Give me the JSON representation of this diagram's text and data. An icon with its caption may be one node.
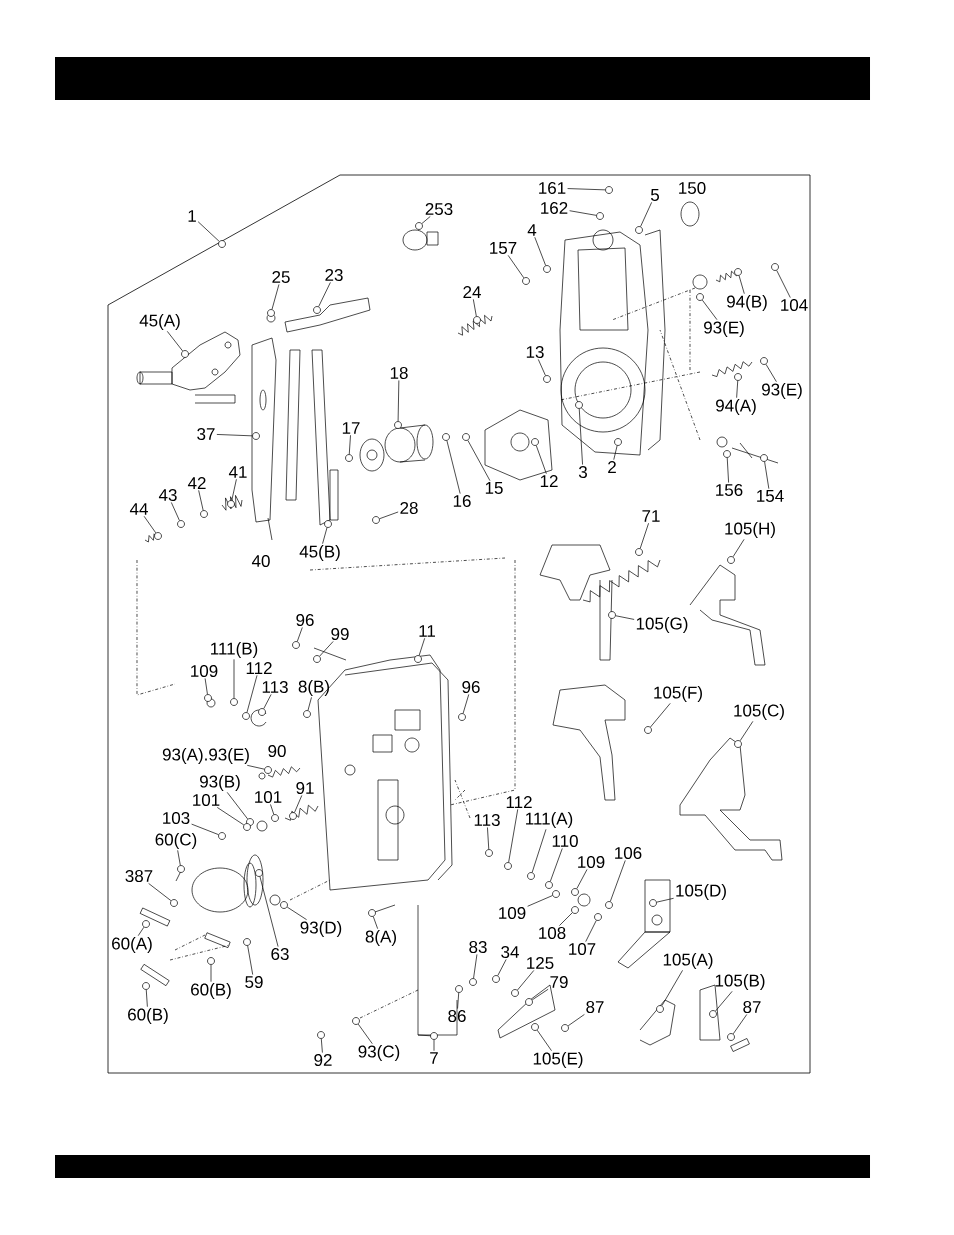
{
  "diagram": {
    "nodes": [
      {
        "text": [
          "1"
        ]
      },
      {
        "text": [
          "253"
        ]
      },
      {
        "text": [
          "161"
        ]
      },
      {
        "text": [
          "162"
        ]
      },
      {
        "text": [
          "5"
        ]
      },
      {
        "text": [
          "150"
        ]
      },
      {
        "text": [
          "4"
        ]
      },
      {
        "text": [
          "157"
        ]
      },
      {
        "text": [
          "25"
        ]
      },
      {
        "text": [
          "23"
        ]
      },
      {
        "text": [
          "24"
        ]
      },
      {
        "text": [
          "45(A)"
        ]
      },
      {
        "text": [
          "94(B)"
        ]
      },
      {
        "text": [
          "104"
        ]
      },
      {
        "text": [
          "93(E)"
        ]
      },
      {
        "text": [
          "13"
        ]
      },
      {
        "text": [
          "18"
        ]
      },
      {
        "text": [
          "93(E)"
        ]
      },
      {
        "text": [
          "94(A)"
        ]
      },
      {
        "text": [
          "37"
        ]
      },
      {
        "text": [
          "17"
        ]
      },
      {
        "text": [
          "41"
        ]
      },
      {
        "text": [
          "42"
        ]
      },
      {
        "text": [
          "43"
        ]
      },
      {
        "text": [
          "44"
        ]
      },
      {
        "text": [
          "16"
        ]
      },
      {
        "text": [
          "15"
        ]
      },
      {
        "text": [
          "12"
        ]
      },
      {
        "text": [
          "3"
        ]
      },
      {
        "text": [
          "2"
        ]
      },
      {
        "text": [
          "156"
        ]
      },
      {
        "text": [
          "154"
        ]
      },
      {
        "text": [
          "28"
        ]
      },
      {
        "text": [
          "40"
        ]
      },
      {
        "text": [
          "45(B)"
        ]
      },
      {
        "text": [
          "71"
        ]
      },
      {
        "text": [
          "105(H)"
        ]
      },
      {
        "text": [
          "105(G)"
        ]
      },
      {
        "text": [
          "96"
        ]
      },
      {
        "text": [
          "99"
        ]
      },
      {
        "text": [
          "11"
        ]
      },
      {
        "text": [
          "111(B)"
        ]
      },
      {
        "text": [
          "109"
        ]
      },
      {
        "text": [
          "112"
        ]
      },
      {
        "text": [
          "113"
        ]
      },
      {
        "text": [
          "8(B)"
        ]
      },
      {
        "text": [
          "96"
        ]
      },
      {
        "text": [
          "105(F)"
        ]
      },
      {
        "text": [
          "105(C)"
        ]
      },
      {
        "text": [
          "93(A).93(E)"
        ]
      },
      {
        "text": [
          "90"
        ]
      },
      {
        "text": [
          "93(B)"
        ]
      },
      {
        "text": [
          "101"
        ]
      },
      {
        "text": [
          "101"
        ]
      },
      {
        "text": [
          "91"
        ]
      },
      {
        "text": [
          "103"
        ]
      },
      {
        "text": [
          "60(C)"
        ]
      },
      {
        "text": [
          "113"
        ]
      },
      {
        "text": [
          "112"
        ]
      },
      {
        "text": [
          "111(A)"
        ]
      },
      {
        "text": [
          "110"
        ]
      },
      {
        "text": [
          "106"
        ]
      },
      {
        "text": [
          "109"
        ]
      },
      {
        "text": [
          "387"
        ]
      },
      {
        "text": [
          "105(D)"
        ]
      },
      {
        "text": [
          "109"
        ]
      },
      {
        "text": [
          "108"
        ]
      },
      {
        "text": [
          "107"
        ]
      },
      {
        "text": [
          "93(D)"
        ]
      },
      {
        "text": [
          "8(A)"
        ]
      },
      {
        "text": [
          "60(A)"
        ]
      },
      {
        "text": [
          "63"
        ]
      },
      {
        "text": [
          "60(B)"
        ]
      },
      {
        "text": [
          "59"
        ]
      },
      {
        "text": [
          "83"
        ]
      },
      {
        "text": [
          "34"
        ]
      },
      {
        "text": [
          "125"
        ]
      },
      {
        "text": [
          "79"
        ]
      },
      {
        "text": [
          "105(A)"
        ]
      },
      {
        "text": [
          "105(B)"
        ]
      },
      {
        "text": [
          "87"
        ]
      },
      {
        "text": [
          "87"
        ]
      },
      {
        "text": [
          "86"
        ]
      },
      {
        "text": [
          "60(B)"
        ]
      },
      {
        "text": [
          "92"
        ]
      },
      {
        "text": [
          "93(C)"
        ]
      },
      {
        "text": [
          "105(E)"
        ]
      },
      {
        "text": [
          "7"
        ]
      },
      {
        "text": [],
        "shape": "circle"
      },
      {
        "text": [],
        "shape": "circle"
      },
      {
        "text": [],
        "shape": "circle"
      },
      {
        "text": [],
        "shape": "circle"
      },
      {
        "text": [],
        "shape": "circle"
      },
      {
        "text": [],
        "shape": "circle"
      },
      {
        "text": [],
        "shape": "circle"
      },
      {
        "text": [],
        "shape": "circle"
      },
      {
        "text": [],
        "shape": "circle"
      },
      {
        "text": [],
        "shape": "circle"
      },
      {
        "text": [],
        "shape": "circle"
      },
      {
        "text": [],
        "shape": "circle"
      },
      {
        "text": [],
        "shape": "circle"
      },
      {
        "text": [],
        "shape": "circle"
      },
      {
        "text": [],
        "shape": "circle"
      },
      {
        "text": [],
        "shape": "circle"
      },
      {
        "text": [],
        "shape": "circle"
      },
      {
        "text": [],
        "shape": "circle"
      },
      {
        "text": [],
        "shape": "circle"
      },
      {
        "text": [],
        "shape": "circle"
      },
      {
        "text": [],
        "shape": "circle"
      },
      {
        "text": [],
        "shape": "circle"
      },
      {
        "text": [],
        "shape": "circle"
      },
      {
        "text": [],
        "shape": "circle"
      },
      {
        "text": [],
        "shape": "circle"
      },
      {
        "text": [],
        "shape": "circle"
      },
      {
        "text": [],
        "shape": "circle"
      },
      {
        "text": [],
        "shape": "circle"
      },
      {
        "text": [],
        "shape": "circle"
      },
      {
        "text": [],
        "shape": "circle"
      },
      {
        "text": [],
        "shape": "circle"
      },
      {
        "text": [],
        "shape": "circle"
      },
      {
        "text": [],
        "shape": "circle"
      },
      {
        "text": [],
        "shape": "circle"
      },
      {
        "text": [],
        "shape": "circle"
      },
      {
        "text": [],
        "shape": "circle"
      },
      {
        "text": [],
        "shape": "circle"
      },
      {
        "text": [],
        "shape": "circle"
      },
      {
        "text": [],
        "shape": "circle"
      },
      {
        "text": [],
        "shape": "circle"
      },
      {
        "text": [],
        "shape": "circle"
      },
      {
        "text": [],
        "shape": "circle"
      },
      {
        "text": [],
        "shape": "circle"
      },
      {
        "text": [],
        "shape": "circle"
      },
      {
        "text": [],
        "shape": "circle"
      },
      {
        "text": [],
        "shape": "circle"
      },
      {
        "text": [],
        "shape": "circle"
      },
      {
        "text": [],
        "shape": "circle"
      },
      {
        "text": [],
        "shape": "circle"
      },
      {
        "text": [],
        "shape": "circle"
      },
      {
        "text": [],
        "shape": "circle"
      },
      {
        "text": [],
        "shape": "circle"
      },
      {
        "text": [],
        "shape": "circle"
      },
      {
        "text": [],
        "shape": "circle"
      },
      {
        "text": [],
        "shape": "circle"
      },
      {
        "text": [],
        "shape": "circle"
      },
      {
        "text": [],
        "shape": "circle"
      },
      {
        "text": [],
        "shape": "circle"
      },
      {
        "text": [],
        "shape": "circle"
      },
      {
        "text": [],
        "shape": "circle"
      },
      {
        "text": [],
        "shape": "circle"
      },
      {
        "text": [],
        "shape": "circle"
      },
      {
        "text": [],
        "shape": "circle"
      },
      {
        "text": [],
        "shape": "circle"
      },
      {
        "text": [],
        "shape": "circle"
      },
      {
        "text": [],
        "shape": "circle"
      },
      {
        "text": [],
        "shape": "circle"
      },
      {
        "text": [],
        "shape": "circle"
      },
      {
        "text": [],
        "shape": "circle"
      },
      {
        "text": [],
        "shape": "circle"
      },
      {
        "text": [],
        "shape": "circle"
      },
      {
        "text": [],
        "shape": "circle"
      },
      {
        "text": [],
        "shape": "circle"
      },
      {
        "text": [],
        "shape": "circle"
      },
      {
        "text": [],
        "shape": "circle"
      },
      {
        "text": [],
        "shape": "circle"
      },
      {
        "text": [],
        "shape": "circle"
      },
      {
        "text": [],
        "shape": "circle"
      },
      {
        "text": [],
        "shape": "circle"
      },
      {
        "text": [],
        "shape": "circle"
      },
      {
        "text": [],
        "shape": "circle"
      },
      {
        "text": [],
        "shape": "circle"
      },
      {
        "text": [],
        "shape": "circle"
      },
      {
        "text": [],
        "shape": "circle"
      },
      {
        "text": [],
        "shape": "circle"
      }
    ],
    "edges": [
      {
        "from": 0,
        "to": 88,
        "arrow": "none"
      },
      {
        "from": 1,
        "to": 89,
        "arrow": "none"
      },
      {
        "from": 2,
        "to": 90,
        "arrow": "none"
      },
      {
        "from": 3,
        "to": 91,
        "arrow": "none"
      },
      {
        "from": 4,
        "to": 92,
        "arrow": "none"
      },
      {
        "from": 6,
        "to": 93,
        "arrow": "none"
      },
      {
        "from": 7,
        "to": 94,
        "arrow": "none"
      },
      {
        "from": 8,
        "to": 95,
        "arrow": "none"
      },
      {
        "from": 9,
        "to": 96,
        "arrow": "none"
      },
      {
        "from": 10,
        "to": 97,
        "arrow": "none"
      },
      {
        "from": 11,
        "to": 98,
        "arrow": "none"
      },
      {
        "from": 12,
        "to": 99,
        "arrow": "none"
      },
      {
        "from": 13,
        "to": 100,
        "arrow": "none"
      },
      {
        "from": 14,
        "to": 101,
        "arrow": "none"
      },
      {
        "from": 15,
        "to": 102,
        "arrow": "none"
      },
      {
        "from": 16,
        "to": 103,
        "arrow": "none"
      },
      {
        "from": 17,
        "to": 104,
        "arrow": "none"
      },
      {
        "from": 18,
        "to": 105,
        "arrow": "none"
      },
      {
        "from": 19,
        "to": 106,
        "arrow": "none"
      },
      {
        "from": 20,
        "to": 107,
        "arrow": "none"
      },
      {
        "from": 21,
        "to": 108,
        "arrow": "none"
      },
      {
        "from": 22,
        "to": 109,
        "arrow": "none"
      },
      {
        "from": 23,
        "to": 110,
        "arrow": "none"
      },
      {
        "from": 24,
        "to": 111,
        "arrow": "none"
      },
      {
        "from": 25,
        "to": 112,
        "arrow": "none"
      },
      {
        "from": 26,
        "to": 113,
        "arrow": "none"
      },
      {
        "from": 27,
        "to": 114,
        "arrow": "none"
      },
      {
        "from": 28,
        "to": 115,
        "arrow": "none"
      },
      {
        "from": 29,
        "to": 116,
        "arrow": "none"
      },
      {
        "from": 30,
        "to": 117,
        "arrow": "none"
      },
      {
        "from": 31,
        "to": 118,
        "arrow": "none"
      },
      {
        "from": 32,
        "to": 119,
        "arrow": "none"
      },
      {
        "from": 34,
        "to": 120,
        "arrow": "none"
      },
      {
        "from": 35,
        "to": 121,
        "arrow": "none"
      },
      {
        "from": 36,
        "to": 122,
        "arrow": "none"
      },
      {
        "from": 37,
        "to": 123,
        "arrow": "none"
      },
      {
        "from": 38,
        "to": 124,
        "arrow": "none"
      },
      {
        "from": 39,
        "to": 125,
        "arrow": "none"
      },
      {
        "from": 40,
        "to": 126,
        "arrow": "none"
      },
      {
        "from": 41,
        "to": 127,
        "arrow": "none"
      },
      {
        "from": 42,
        "to": 128,
        "arrow": "none"
      },
      {
        "from": 43,
        "to": 129,
        "arrow": "none"
      },
      {
        "from": 44,
        "to": 130,
        "arrow": "none"
      },
      {
        "from": 45,
        "to": 131,
        "arrow": "none"
      },
      {
        "from": 46,
        "to": 132,
        "arrow": "none"
      },
      {
        "from": 47,
        "to": 133,
        "arrow": "none"
      },
      {
        "from": 48,
        "to": 134,
        "arrow": "none"
      },
      {
        "from": 49,
        "to": 135,
        "arrow": "none"
      },
      {
        "from": 51,
        "to": 136,
        "arrow": "none"
      },
      {
        "from": 52,
        "to": 137,
        "arrow": "none"
      },
      {
        "from": 53,
        "to": 138,
        "arrow": "none"
      },
      {
        "from": 54,
        "to": 139,
        "arrow": "none"
      },
      {
        "from": 55,
        "to": 140,
        "arrow": "none"
      },
      {
        "from": 56,
        "to": 141,
        "arrow": "none"
      },
      {
        "from": 57,
        "to": 142,
        "arrow": "none"
      },
      {
        "from": 58,
        "to": 143,
        "arrow": "none"
      },
      {
        "from": 59,
        "to": 144,
        "arrow": "none"
      },
      {
        "from": 60,
        "to": 145,
        "arrow": "none"
      },
      {
        "from": 61,
        "to": 146,
        "arrow": "none"
      },
      {
        "from": 62,
        "to": 147,
        "arrow": "none"
      },
      {
        "from": 63,
        "to": 148,
        "arrow": "none"
      },
      {
        "from": 64,
        "to": 149,
        "arrow": "none"
      },
      {
        "from": 65,
        "to": 150,
        "arrow": "none"
      },
      {
        "from": 66,
        "to": 151,
        "arrow": "none"
      },
      {
        "from": 67,
        "to": 152,
        "arrow": "none"
      },
      {
        "from": 68,
        "to": 153,
        "arrow": "none"
      },
      {
        "from": 69,
        "to": 154,
        "arrow": "none"
      },
      {
        "from": 70,
        "to": 155,
        "arrow": "none"
      },
      {
        "from": 71,
        "to": 156,
        "arrow": "none"
      },
      {
        "from": 72,
        "to": 157,
        "arrow": "none"
      },
      {
        "from": 73,
        "to": 158,
        "arrow": "none"
      },
      {
        "from": 74,
        "to": 159,
        "arrow": "none"
      },
      {
        "from": 75,
        "to": 160,
        "arrow": "none"
      },
      {
        "from": 76,
        "to": 161,
        "arrow": "none"
      },
      {
        "from": 77,
        "to": 162,
        "arrow": "none"
      },
      {
        "from": 78,
        "to": 163,
        "arrow": "none"
      },
      {
        "from": 79,
        "to": 164,
        "arrow": "none"
      },
      {
        "from": 80,
        "to": 165,
        "arrow": "none"
      },
      {
        "from": 81,
        "to": 166,
        "arrow": "none"
      },
      {
        "from": 82,
        "to": 167,
        "arrow": "none"
      },
      {
        "from": 83,
        "to": 168,
        "arrow": "none"
      },
      {
        "from": 84,
        "to": 169,
        "arrow": "none"
      },
      {
        "from": 85,
        "to": 170,
        "arrow": "none"
      },
      {
        "from": 86,
        "to": 171,
        "arrow": "none"
      },
      {
        "from": 87,
        "to": 172,
        "arrow": "none"
      }
    ]
  }
}
